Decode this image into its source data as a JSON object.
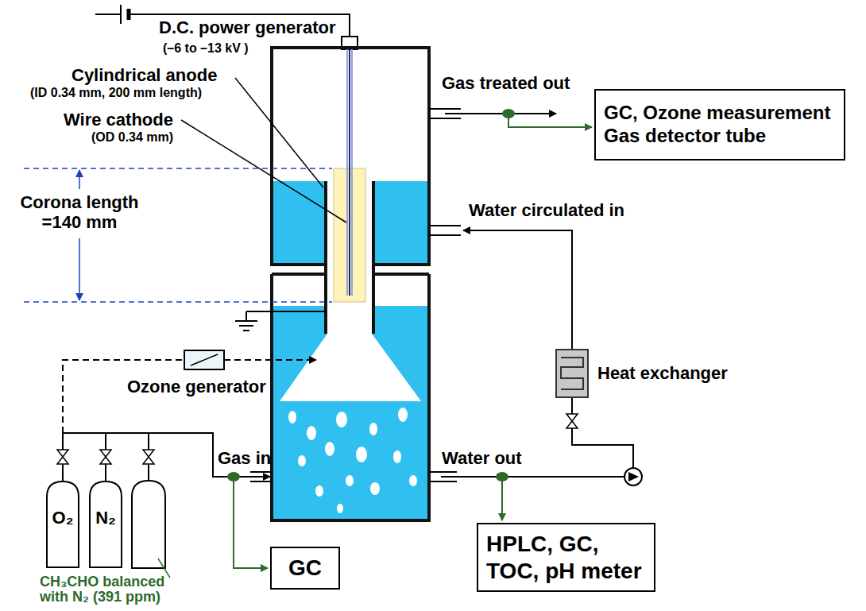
{
  "diagram": {
    "nodes": [
      {
        "text": [
          "GC, Ozone measurement Gas detector tube"
        ]
      },
      {
        "text": [
          "O₂"
        ]
      },
      {
        "text": [
          "N₂"
        ]
      },
      {
        "text": [
          "GC"
        ]
      },
      {
        "text": [
          "HPLC, GC, TOC, pH meter"
        ]
      }
    ],
    "labels": [
      "D.C. power generator",
      "(–6 to –13 kV )",
      "Cylindrical anode",
      "(ID 0.34 mm, 200 mm length)",
      "Wire cathode",
      "(OD 0.34 mm)",
      "Corona length =140 mm",
      "Gas treated out",
      "Water circulated in",
      "Ozone generator",
      "Heat exchanger",
      "Gas in",
      "Water out",
      "CH₃CHO balanced with N₂ (391 ppm)"
    ]
  }
}
